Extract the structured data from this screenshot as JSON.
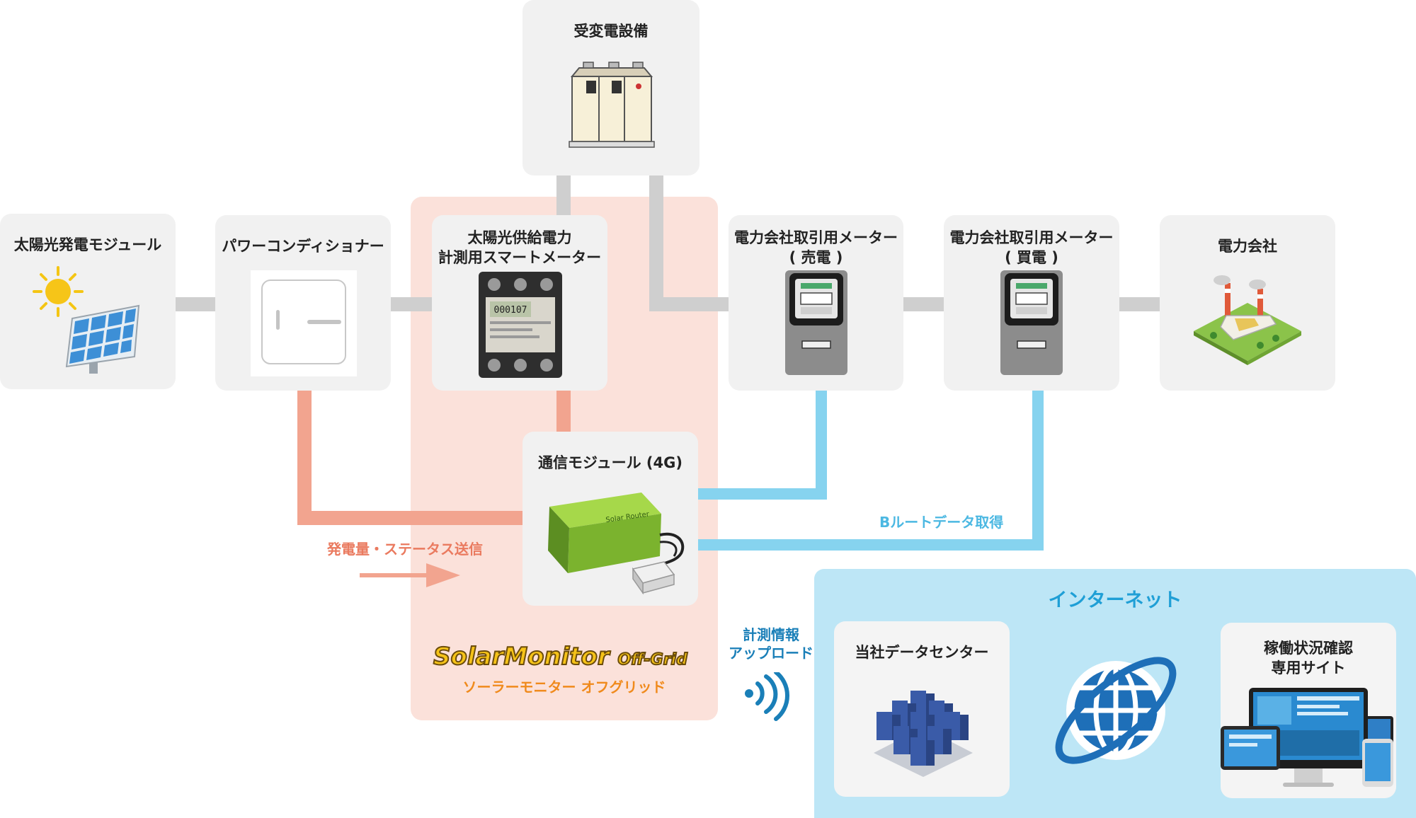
{
  "nodes": {
    "substation": {
      "title": "受変電設備"
    },
    "solar_module": {
      "title": "太陽光発電モジュール"
    },
    "power_conditioner": {
      "title": "パワーコンディショナー"
    },
    "smart_meter": {
      "title": "太陽光供給電力\n計測用スマートメーター",
      "lcd": "000107"
    },
    "sell_meter": {
      "title": "電力会社取引用メーター\n( 売電 )"
    },
    "buy_meter": {
      "title": "電力会社取引用メーター\n( 買電 )"
    },
    "utility": {
      "title": "電力会社"
    },
    "comm_module": {
      "title": "通信モジュール (4G)"
    },
    "data_center": {
      "title": "当社データセンター"
    },
    "ops_site": {
      "title": "稼働状況確認\n専用サイト"
    }
  },
  "labels": {
    "generation_status": "発電量・ステータス送信",
    "b_route": "Bルートデータ取得",
    "upload": "計測情報\nアップロード",
    "internet": "インターネット"
  },
  "brand": {
    "logo_main": "SolarMonitor",
    "logo_sub": "Off-Grid",
    "subtitle": "ソーラーモニター オフグリッド"
  },
  "colors": {
    "card": "#f1f1f1",
    "solar_zone": "#fbe1da",
    "internet_zone": "#bde6f6",
    "wire_power": "#cfcfcf",
    "wire_generation": "#f2a48f",
    "wire_b_route": "#86d3ef",
    "accent_text": "#ea7a5f",
    "brand_yellow": "#f6c318"
  },
  "icons": [
    "sun-icon",
    "solar-panel-icon",
    "power-conditioner-icon",
    "cabinet-icon",
    "smart-meter-icon",
    "electric-meter-icon",
    "factory-icon",
    "modem-icon",
    "wireless-signal-icon",
    "server-rack-icon",
    "globe-icon",
    "devices-icon",
    "arrow-right-icon"
  ]
}
